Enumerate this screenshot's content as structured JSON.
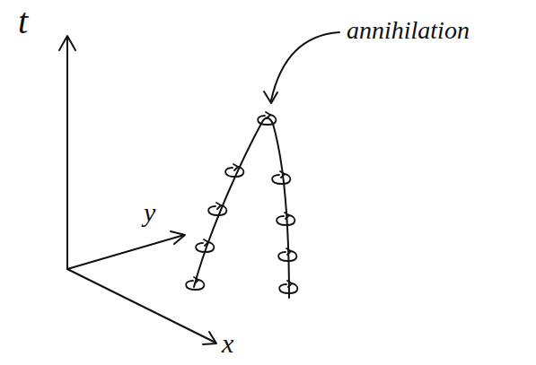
{
  "diagram": {
    "labels": [
      "t",
      "y",
      "x",
      "annihilation"
    ]
  }
}
